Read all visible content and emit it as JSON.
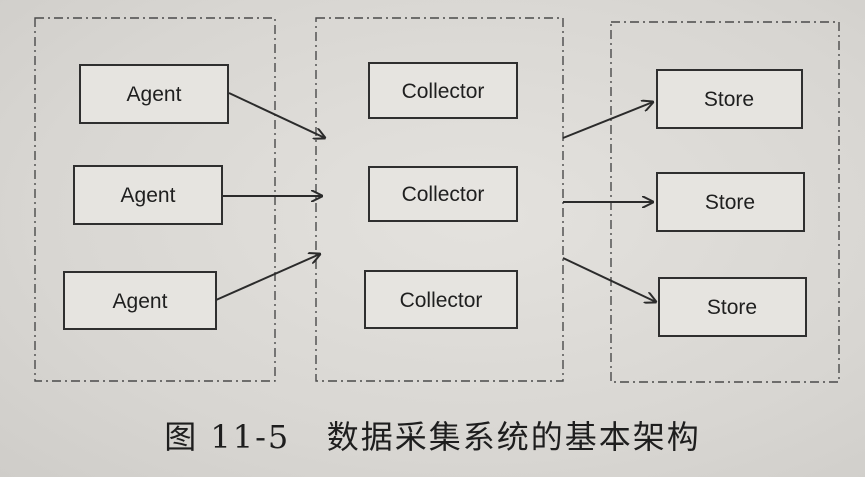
{
  "caption": "图 11-5   数据采集系统的基本架构",
  "diagram": {
    "groups": [
      {
        "name": "agents",
        "nodes": [
          "Agent",
          "Agent",
          "Agent"
        ]
      },
      {
        "name": "collectors",
        "nodes": [
          "Collector",
          "Collector",
          "Collector"
        ]
      },
      {
        "name": "stores",
        "nodes": [
          "Store",
          "Store",
          "Store"
        ]
      }
    ],
    "edges": [
      {
        "from": "agents.0",
        "to": "collectors"
      },
      {
        "from": "agents.1",
        "to": "collectors"
      },
      {
        "from": "agents.2",
        "to": "collectors"
      },
      {
        "from": "collectors",
        "to": "stores.0"
      },
      {
        "from": "collectors",
        "to": "stores.1"
      },
      {
        "from": "collectors",
        "to": "stores.2"
      }
    ]
  }
}
